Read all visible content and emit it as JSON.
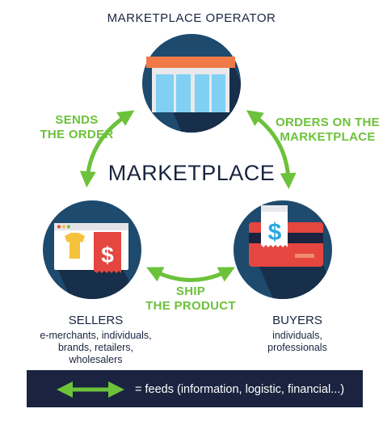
{
  "operator": {
    "title": "MARKETPLACE OPERATOR"
  },
  "center": {
    "title": "MARKETPLACE"
  },
  "edges": {
    "sends": [
      "SENDS",
      "THE ORDER"
    ],
    "orders": [
      "ORDERS ON THE",
      "MARKETPLACE"
    ],
    "ship": [
      "SHIP",
      "THE PRODUCT"
    ]
  },
  "sellers": {
    "title": "SELLERS",
    "desc": [
      "e-merchants, individuals,",
      "brands, retailers,",
      "wholesalers"
    ]
  },
  "buyers": {
    "title": "BUYERS",
    "desc": [
      "individuals,",
      "professionals"
    ]
  },
  "legend": {
    "text": "= feeds (information, logistic, financial...)"
  },
  "colors": {
    "navy": "#1a2440",
    "green": "#6cc23a",
    "circle": "#1d4a6d",
    "shadow": "#172f4a",
    "orange": "#ef7a48",
    "red": "#e5463f",
    "light_blue": "#7fd0f2",
    "yellow": "#f6c13b"
  },
  "icons": [
    "storefront-icon",
    "shop-window-icon",
    "card-receipt-icon"
  ]
}
